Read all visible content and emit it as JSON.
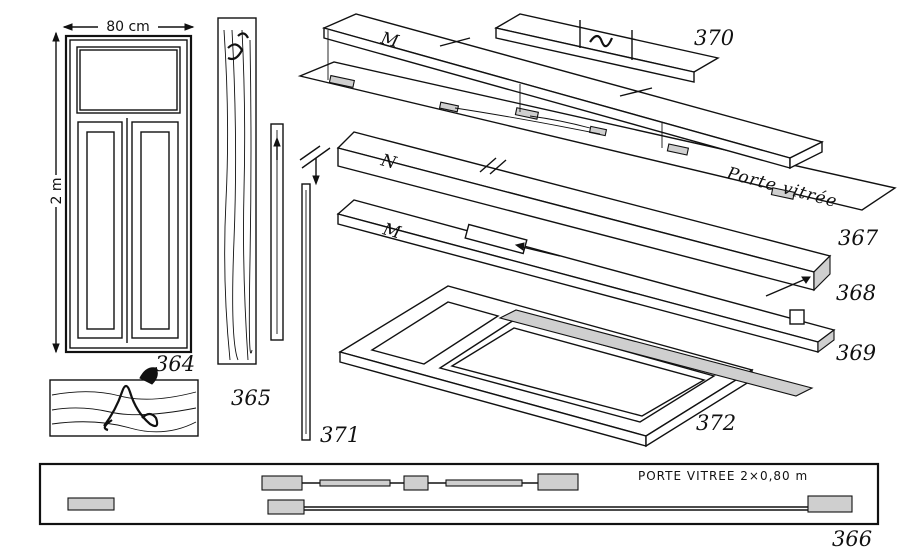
{
  "dimensions": {
    "door_width": "80 cm",
    "door_height": "2 m"
  },
  "figure_numbers": {
    "f364": "364",
    "f365": "365",
    "f366": "366",
    "f367": "367",
    "f368": "368",
    "f369": "369",
    "f370": "370",
    "f371": "371",
    "f372": "372"
  },
  "handwritten": {
    "porte_vitree": "Porte vitrée",
    "mark_upper": "M",
    "mark_middle": "N",
    "mark_lower": "M"
  },
  "story_stick_caption": "PORTE VITREE   2×0,80 m"
}
